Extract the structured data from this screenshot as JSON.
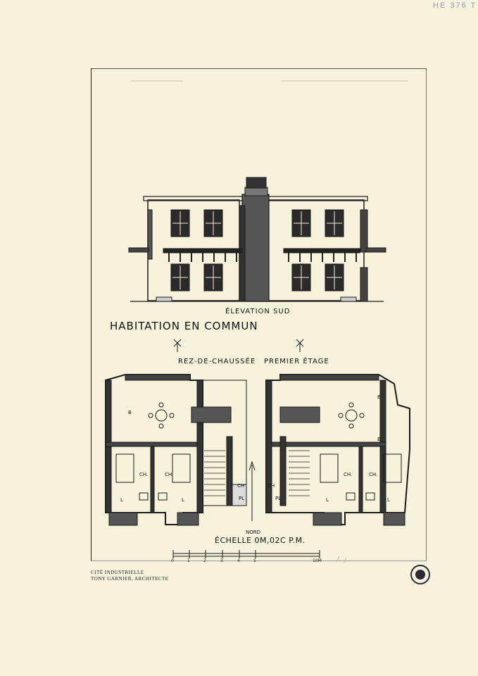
{
  "archive": {
    "reference_mark": "HE 376 T"
  },
  "drawing": {
    "title": "HABITATION EN COMMUN",
    "elevation_label": "ÉLEVATION SUD",
    "plan_left_label": "REZ-DE-CHAUSSÉE",
    "plan_right_label": "PREMIER ÉTAGE",
    "north_label": "NORD",
    "scale_label": "ÉCHELLE 0M,02C P.M.",
    "scale_ticks": [
      "0",
      "1",
      "2",
      "3",
      "4",
      "5",
      "10M"
    ],
    "room_labels": [
      "CH.",
      "CH.",
      "CH.",
      "CH.",
      "CH",
      "CH",
      "B",
      "B",
      "B",
      "L",
      "L",
      "L",
      "L",
      "PL",
      "PL"
    ]
  },
  "caption": {
    "line1": "CITÉ INDUSTRIELLE",
    "line2": "TONY GARNIER, ARCHITECTE"
  },
  "stamp": {
    "icon": "library-stamp-icon",
    "color": "#2a2a3a"
  }
}
